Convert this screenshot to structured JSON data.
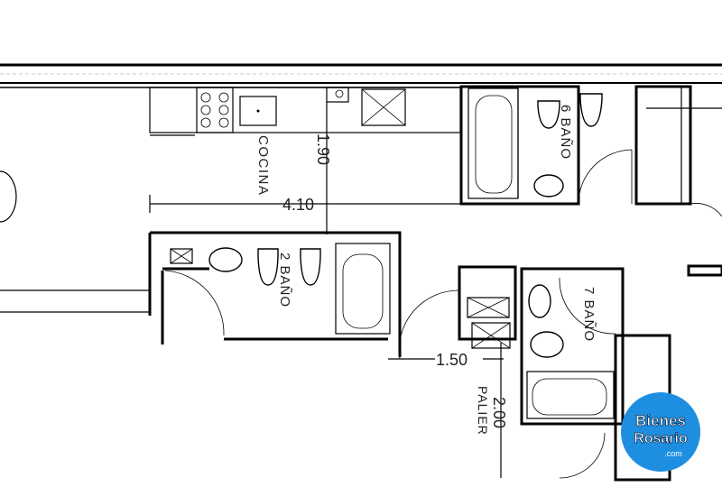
{
  "rooms": {
    "kitchen": "COCINA",
    "bath6": "6  BAÑO",
    "bath2": "2  BAÑO",
    "bath7": "7  BAÑO",
    "landing": "PALIER"
  },
  "dimensions": {
    "kitchen_width": "4.10",
    "kitchen_depth": "1.90",
    "hall_width": "1.50",
    "landing_depth": "2.00"
  },
  "logo": {
    "line1": "Bienes",
    "line2": "Rosario",
    "line3": ".com",
    "color": "#1e8fe0"
  }
}
